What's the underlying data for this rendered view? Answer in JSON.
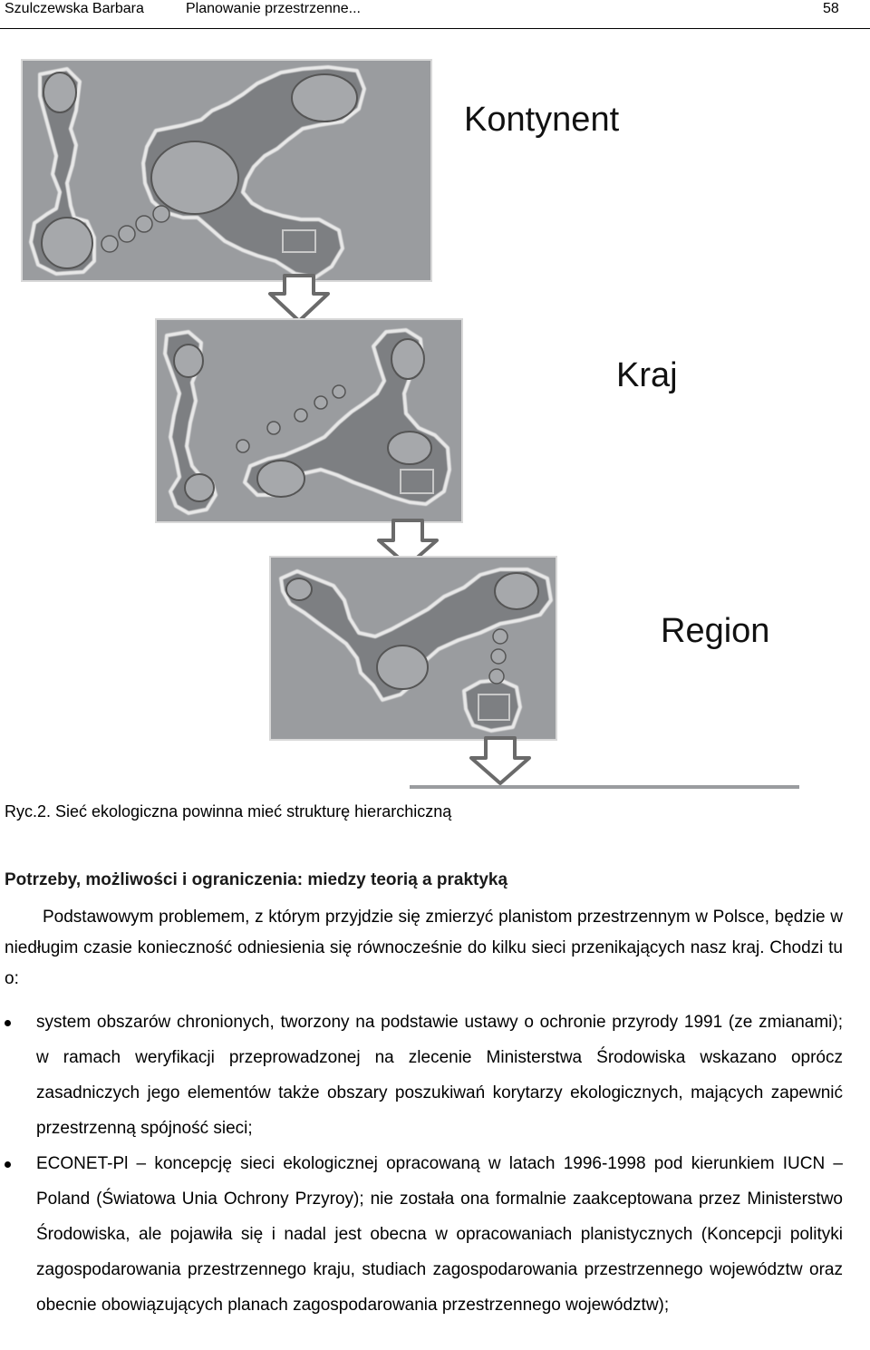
{
  "header": {
    "author": "Szulczewska Barbara",
    "title": "Planowanie przestrzenne...",
    "page_number": "58"
  },
  "figure": {
    "labels": [
      "Kontynent",
      "Kraj",
      "Region"
    ],
    "colors": {
      "panel": "#9a9c9f",
      "land": "#7d7f82",
      "land_edge": "#e8e8e8",
      "core": "#a6a8ab",
      "arrow": "#6a6a6a"
    }
  },
  "caption": "Ryc.2. Sieć ekologiczna powinna mieć strukturę hierarchiczną",
  "section": {
    "heading": "Potrzeby, możliwości i ograniczenia: miedzy teorią a praktyką",
    "paragraph": "Podstawowym problemem, z którym przyjdzie się zmierzyć planistom przestrzennym w Polsce, będzie w niedługim czasie konieczność odniesienia się równocześnie do kilku sieci przenikających nasz kraj. Chodzi tu o:",
    "bullets": [
      "system obszarów chronionych, tworzony na podstawie ustawy o ochronie przyrody 1991 (ze zmianami); w ramach weryfikacji przeprowadzonej na zlecenie Ministerstwa Środowiska wskazano oprócz zasadniczych jego elementów także obszary poszukiwań korytarzy ekologicznych, mających zapewnić przestrzenną spójność sieci;",
      "ECONET-Pl – koncepcję sieci ekologicznej opracowaną w latach 1996-1998 pod kierunkiem IUCN – Poland (Światowa Unia Ochrony Przyroy); nie została ona formalnie zaakceptowana przez Ministerstwo Środowiska, ale pojawiła się i nadal jest obecna w opracowaniach planistycznych (Koncepcji polityki zagospodarowania przestrzennego kraju, studiach zagospodarowania przestrzennego województw oraz obecnie obowiązujących planach zagospodarowania przestrzennego województw);"
    ]
  }
}
